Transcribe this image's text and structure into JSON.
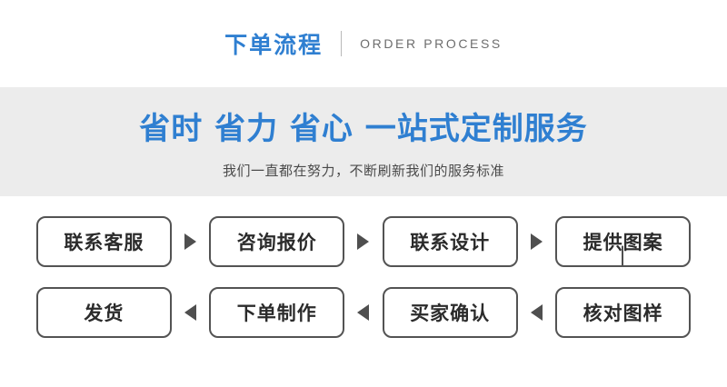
{
  "header": {
    "title_cn": "下单流程",
    "title_en": "ORDER PROCESS"
  },
  "banner": {
    "headline": "省时 省力 省心 一站式定制服务",
    "subline": "我们一直都在努力，不断刷新我们的服务标准",
    "background": "#ececec",
    "accent": "#2f7fd1"
  },
  "flow": {
    "rows": [
      {
        "direction": "right",
        "steps": [
          {
            "label": "联系客服"
          },
          {
            "label": "咨询报价"
          },
          {
            "label": "联系设计"
          },
          {
            "label": "提供图案"
          }
        ]
      },
      {
        "direction": "left",
        "steps": [
          {
            "label": "发货"
          },
          {
            "label": "下单制作"
          },
          {
            "label": "买家确认"
          },
          {
            "label": "核对图样"
          }
        ]
      }
    ],
    "arrow_right": "▶",
    "arrow_left": "◀",
    "border_color": "#535353",
    "text_color": "#2b2b2b"
  }
}
